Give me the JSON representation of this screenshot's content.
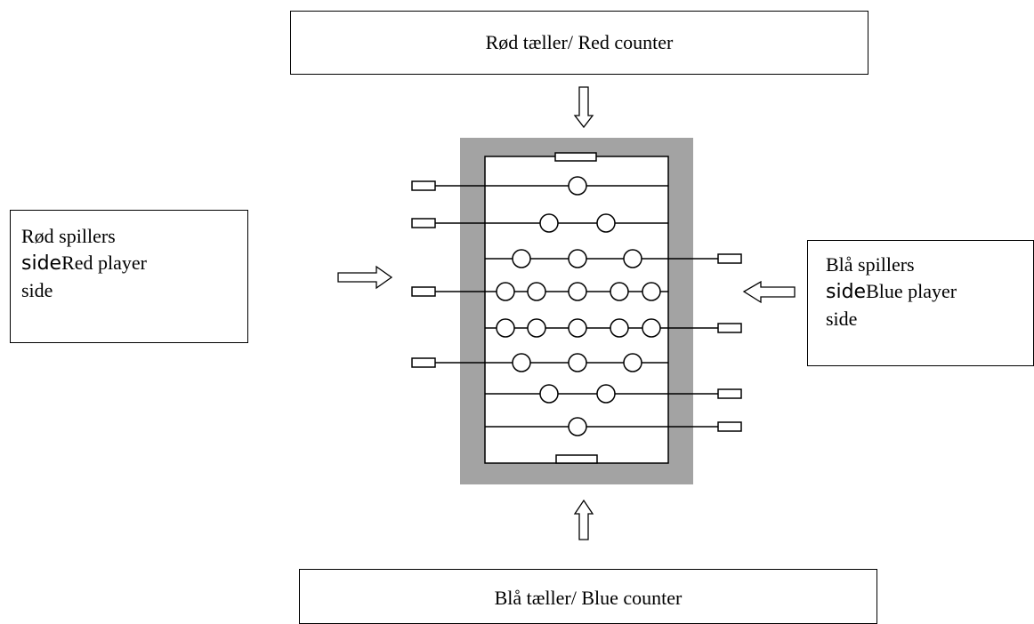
{
  "labels": {
    "red_counter": "Rød tæller/ Red counter",
    "blue_counter": "Blå tæller/ Blue counter",
    "red_side_line1": "Rød spillers",
    "red_side_side": "side",
    "red_side_rest": "Red player",
    "red_side_line3": "side",
    "blue_side_line1": "Blå spillers",
    "blue_side_side": "side",
    "blue_side_rest": "Blue player",
    "blue_side_line3": "side"
  },
  "colors": {
    "frame": "#a3a3a3",
    "field": "#ffffff",
    "line": "#000000"
  }
}
